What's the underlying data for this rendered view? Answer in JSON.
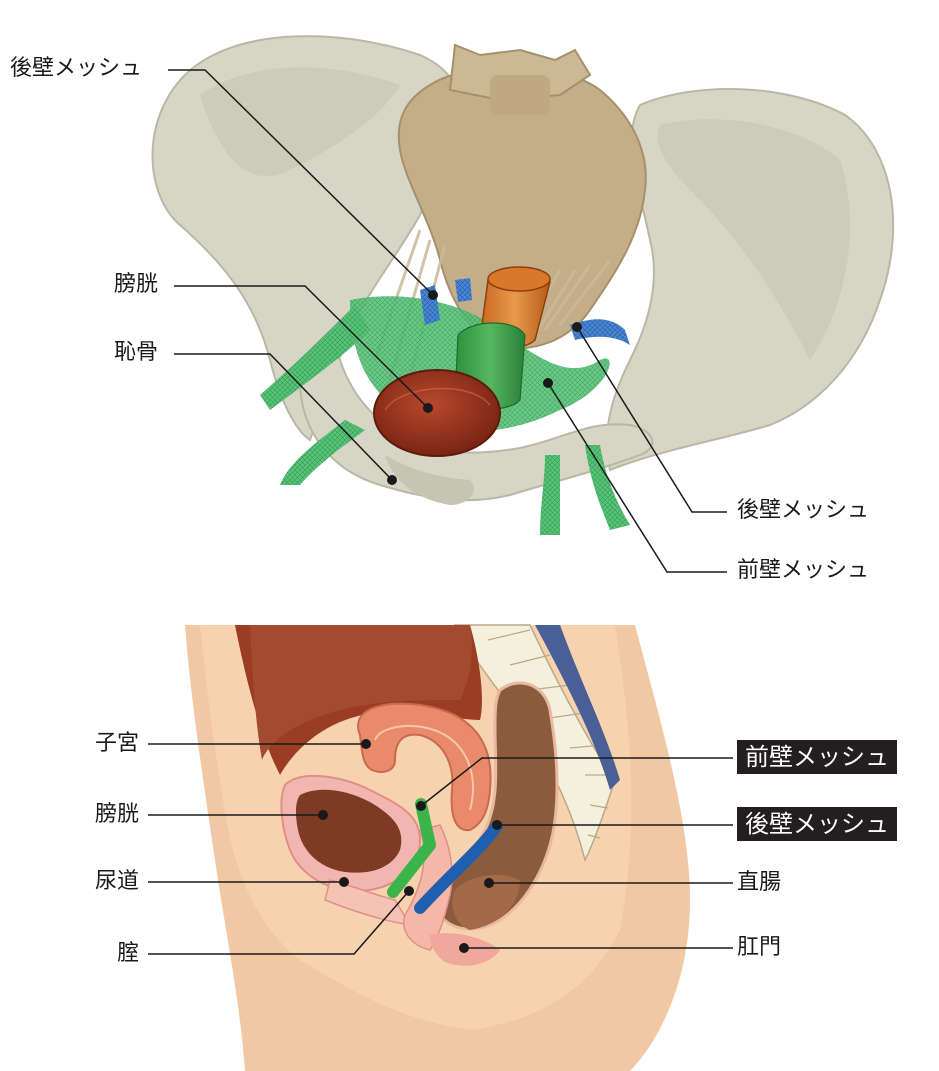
{
  "top_labels": {
    "posterior_mesh_top": "後壁メッシュ",
    "bladder": "膀胱",
    "pubis": "恥骨",
    "posterior_mesh_right": "後壁メッシュ",
    "anterior_mesh_right": "前壁メッシュ"
  },
  "bottom_labels": {
    "uterus": "子宮",
    "bladder": "膀胱",
    "urethra": "尿道",
    "vagina": "腟",
    "anterior_mesh": "前壁メッシュ",
    "posterior_mesh": "後壁メッシュ",
    "rectum": "直腸",
    "anus": "肛門"
  },
  "colors": {
    "anterior_mesh": "#3bb54a",
    "posterior_mesh": "#1f5fb0",
    "label_box_bg": "#231f20"
  }
}
